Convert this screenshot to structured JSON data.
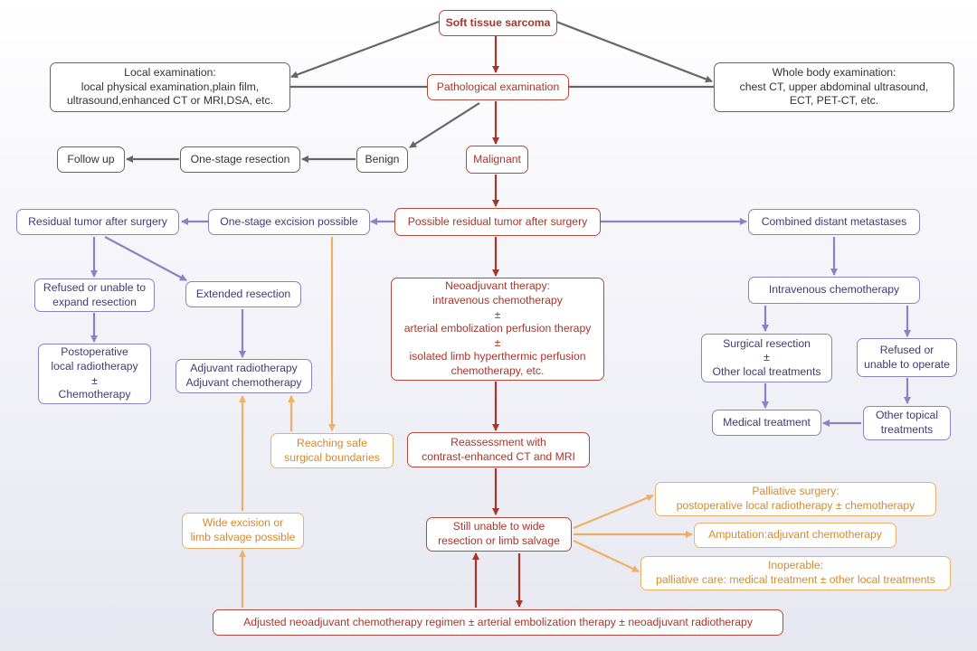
{
  "colors": {
    "gray": "#666666",
    "red": "#b5483c",
    "blue": "#8b82c4",
    "orange": "#eeb067"
  },
  "nodes": {
    "soft_tissue_sarcoma": "Soft tissue sarcoma",
    "local_examination": "Local examination:\nlocal physical examination,plain film,\nultrasound,enhanced CT or MRI,DSA, etc.",
    "pathological_examination": "Pathological examination",
    "whole_body_examination": "Whole body examination:\nchest CT, upper abdominal ultrasound,\nECT, PET-CT, etc.",
    "follow_up": "Follow up",
    "one_stage_resection": "One-stage resection",
    "benign": "Benign",
    "malignant": "Malignant",
    "residual_tumor_after_surgery": "Residual tumor after surgery",
    "one_stage_excision_possible": "One-stage excision possible",
    "possible_residual_tumor": "Possible residual tumor after surgery",
    "combined_distant_metastases": "Combined distant metastases",
    "refused_unable_expand": "Refused or unable to\nexpand resection",
    "extended_resection": "Extended resection",
    "neoadjuvant_therapy": "Neoadjuvant therapy:\nintravenous chemotherapy\n±\narterial embolization perfusion therapy\n±\nisolated limb hyperthermic perfusion\nchemotherapy, etc.",
    "intravenous_chemotherapy": "Intravenous chemotherapy",
    "postoperative_local_radiotherapy": "Postoperative\nlocal radiotherapy\n±\nChemotherapy",
    "adjuvant_radiotherapy": "Adjuvant radiotherapy\nAdjuvant chemotherapy",
    "surgical_resection": "Surgical resection\n±\nOther local treatments",
    "refused_unable_operate": "Refused or\nunable to operate",
    "medical_treatment": "Medical treatment",
    "other_topical_treatments": "Other topical\ntreatments",
    "reaching_safe_boundaries": "Reaching safe\nsurgical boundaries",
    "reassessment": "Reassessment with\ncontrast-enhanced CT and MRI",
    "palliative_surgery": "Palliative surgery:\npostoperative local radiotherapy ± chemotherapy",
    "wide_excision_limb_salvage": "Wide excision or\nlimb salvage possible",
    "still_unable": "Still unable to wide\nresection or limb salvage",
    "amputation": "Amputation:adjuvant chemotherapy",
    "inoperable": "Inoperable:\npalliative care: medical treatment ± other local treatments",
    "adjusted_regimen": "Adjusted neoadjuvant chemotherapy regimen ± arterial embolization therapy ± neoadjuvant radiotherapy"
  }
}
